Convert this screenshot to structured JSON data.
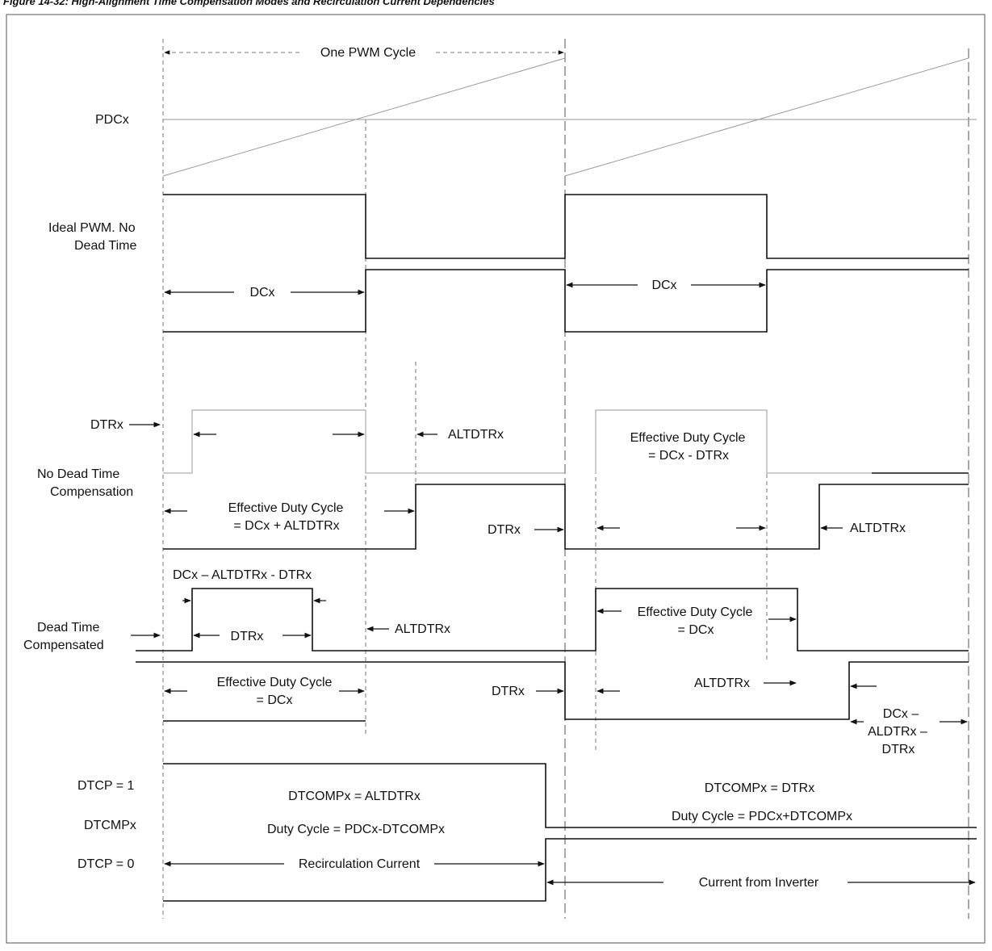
{
  "caption": "Figure 14-32: High-Alignment Time Compensation Modes and Recirculation Current Dependencies",
  "cycle_label": "One PWM Cycle",
  "rows": {
    "pdc": "PDCx",
    "ideal_1": "Ideal PWM. No",
    "ideal_2": "Dead Time",
    "dtr_arrow": "DTRx",
    "nodt_1": "No Dead Time",
    "nodt_2": "Compensation",
    "comp_1": "Dead Time",
    "comp_2": "Compensated",
    "dtcp1": "DTCP = 1",
    "dtcmp": "DTCMPx",
    "dtcp0": "DTCP = 0"
  },
  "labels": {
    "dcx": "DCx",
    "dtrx": "DTRx",
    "altdtrx": "ALTDTRx",
    "eff_1": "Effective Duty Cycle",
    "eff_plus": "= DCx + ALTDTRx",
    "eff_minus": "= DCx - DTRx",
    "eff_dcx": "= DCx",
    "dc_alt_dtr": "DCx – ALTDTRx - DTRx",
    "dc_br_1": "DCx –",
    "dc_br_2": "ALDTRx –",
    "dc_br_3": "DTRx",
    "dtcomp_alt": "DTCOMPx = ALTDTRx",
    "duty_minus": "Duty Cycle = PDCx-DTCOMPx",
    "dtcomp_dtr": "DTCOMPx = DTRx",
    "duty_plus": "Duty Cycle = PDCx+DTCOMPx",
    "recirc": "Recirculation Current",
    "inverter": "Current from Inverter"
  },
  "colors": {
    "line": "#111111",
    "guide": "#9a9a9a",
    "background": "#ffffff"
  }
}
